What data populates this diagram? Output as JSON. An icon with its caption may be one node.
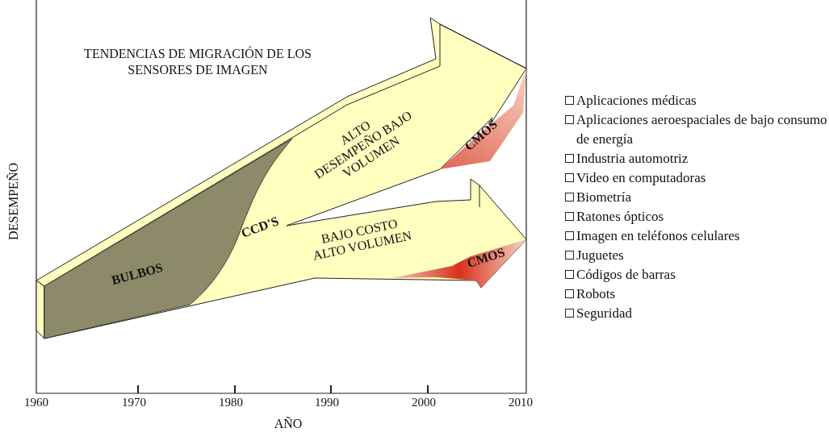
{
  "diagram": {
    "title": "TENDENCIAS DE MIGRACIÓN DE LOS SENSORES DE IMAGEN",
    "labels": [
      "DESEMPEÑO",
      "ALTO DESEMPEÑO BAJO VOLUMEN",
      "CMOS",
      "CCD'S",
      "BAJO COSTO ALTO VOLUMEN",
      "CMOS",
      "BULBOS",
      "1960",
      "1970",
      "1980",
      "1990",
      "2000",
      "2010",
      "AÑO",
      "Aplicaciones médicas",
      "Aplicaciones aeroespaciales de bajo consumo de energía",
      "Industria automotriz",
      "Video en computadoras",
      "Biometría",
      "Ratones ópticos",
      "Imagen en teléfonos celulares",
      "Juguetes",
      "Códigos de barras",
      "Robots",
      "Seguridad"
    ]
  }
}
